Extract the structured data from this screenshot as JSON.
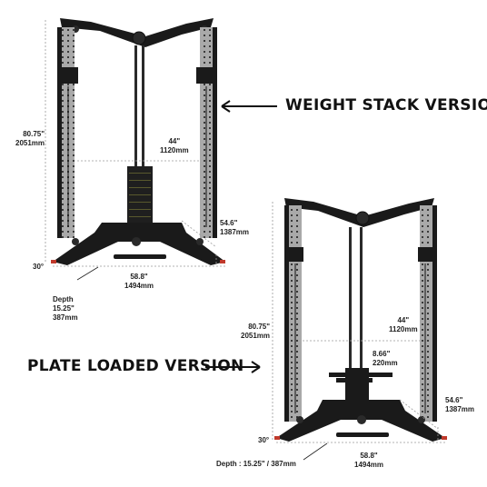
{
  "labels": {
    "weight_stack": "WEIGHT STACK VERSION",
    "plate_loaded": "PLATE LOADED VERSION"
  },
  "weight_stack_dims": {
    "height_in": "80.75\"",
    "height_mm": "2051mm",
    "inner_width_in": "44\"",
    "inner_width_mm": "1120mm",
    "side_depth_in": "54.6\"",
    "side_depth_mm": "1387mm",
    "angle": "30°",
    "base_width_in": "58.8\"",
    "base_width_mm": "1494mm",
    "depth_label": "Depth",
    "depth_in": "15.25\"",
    "depth_mm": "387mm"
  },
  "plate_loaded_dims": {
    "height_in": "80.75\"",
    "height_mm": "2051mm",
    "inner_width_in": "44\"",
    "inner_width_mm": "1120mm",
    "post_in": "8.66\"",
    "post_mm": "220mm",
    "side_depth_in": "54.6\"",
    "side_depth_mm": "1387mm",
    "angle": "30°",
    "base_width_in": "58.8\"",
    "base_width_mm": "1494mm",
    "depth": "Depth : 15.25\" / 387mm"
  },
  "colors": {
    "frame_black": "#1a1a1a",
    "upright_silver": "#a9a9a9",
    "accent_red": "#c0392b",
    "dim_line": "#9a9a9a"
  }
}
